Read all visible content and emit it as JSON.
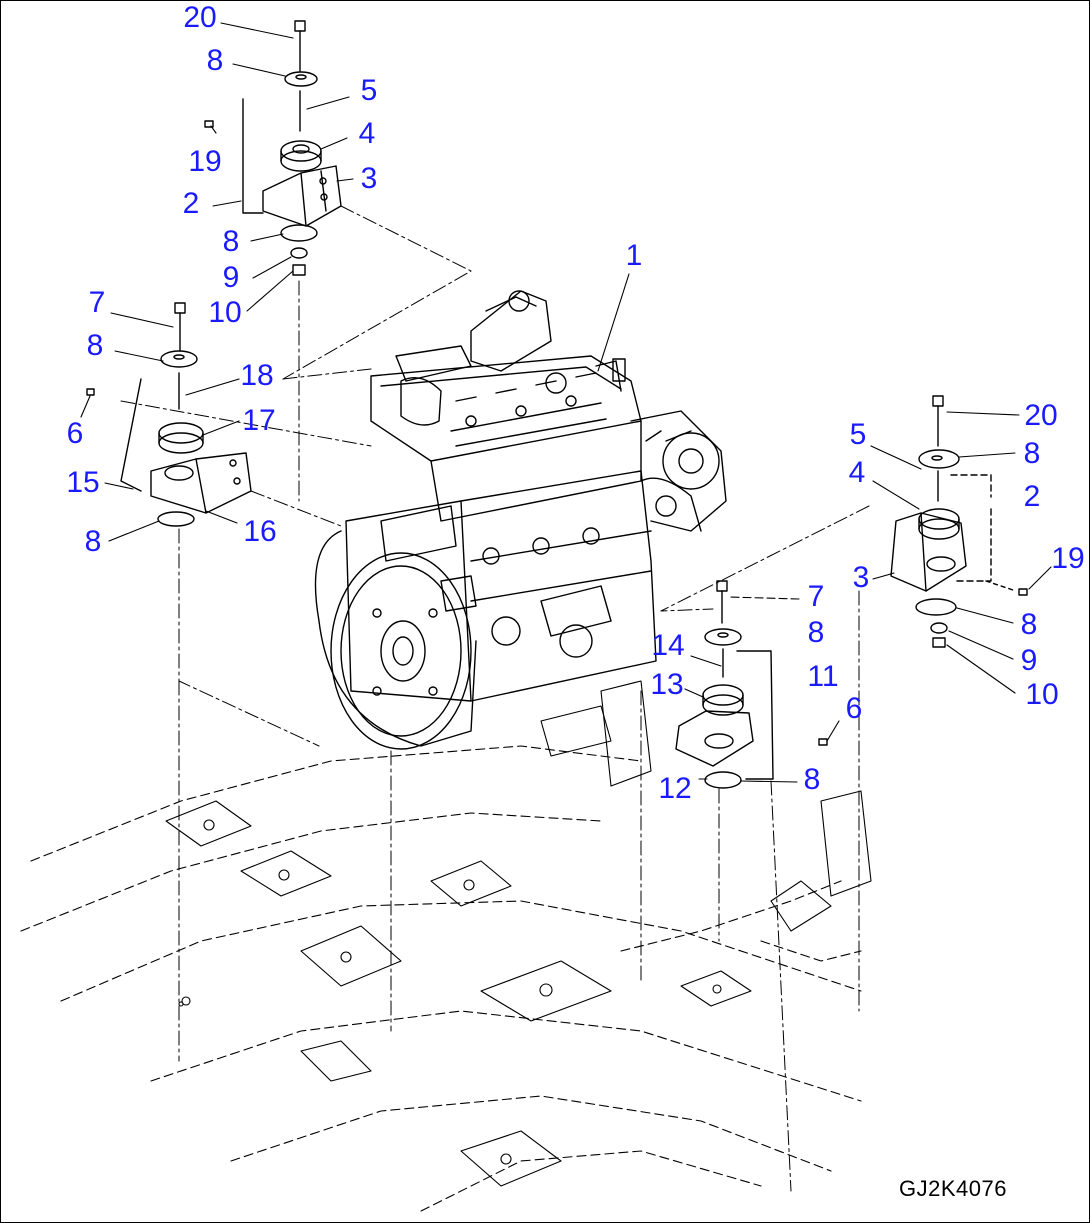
{
  "drawing_code": "GJ2K4076",
  "callout_color": "#1a1aff",
  "line_color": "#000000",
  "callouts": [
    "20",
    "8",
    "5",
    "4",
    "19",
    "3",
    "2",
    "8",
    "9",
    "10",
    "7",
    "1",
    "8",
    "18",
    "6",
    "17",
    "15",
    "16",
    "8",
    "20",
    "5",
    "8",
    "4",
    "2",
    "19",
    "3",
    "7",
    "8",
    "8",
    "14",
    "11",
    "9",
    "13",
    "10",
    "6",
    "12",
    "8"
  ]
}
